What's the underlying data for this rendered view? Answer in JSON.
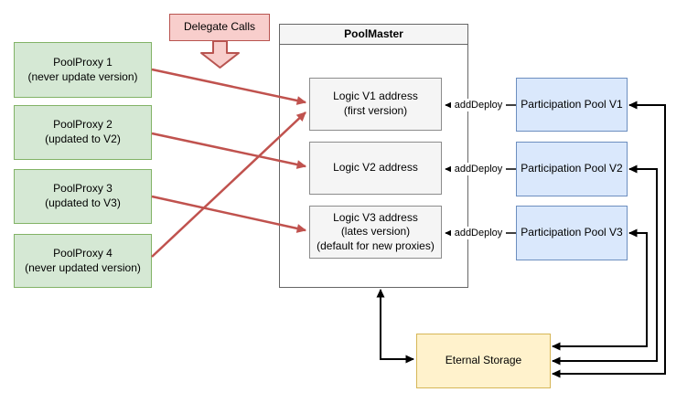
{
  "diagram": {
    "delegate_calls_label": "Delegate Calls",
    "pool_master": {
      "title": "PoolMaster",
      "slots": [
        {
          "line1": "Logic V1 address",
          "line2": "(first version)"
        },
        {
          "line1": "Logic V2 address"
        },
        {
          "line1": "Logic V3 address",
          "line2": "(lates version)",
          "line3": "(default for new proxies)"
        }
      ]
    },
    "proxies": [
      {
        "line1": "PoolProxy 1",
        "line2": "(never update version)"
      },
      {
        "line1": "PoolProxy 2",
        "line2": "(updated to V2)"
      },
      {
        "line1": "PoolProxy 3",
        "line2": "(updated to V3)"
      },
      {
        "line1": "PoolProxy 4",
        "line2": "(never updated version)"
      }
    ],
    "pools": [
      {
        "label": "Participation Pool V1"
      },
      {
        "label": "Participation Pool V2"
      },
      {
        "label": "Participation Pool V3"
      }
    ],
    "eternal_storage_label": "Eternal Storage",
    "add_deploy_label": "addDeploy",
    "edges": [
      "PoolProxy 1 -> Logic V1 address",
      "PoolProxy 2 -> Logic V2 address",
      "PoolProxy 3 -> Logic V3 address",
      "PoolProxy 4 -> Logic V1 address",
      "PoolMaster <-> Eternal Storage",
      "Participation Pool V1 <-> Eternal Storage",
      "Participation Pool V2 <-> Eternal Storage",
      "Participation Pool V3 <-> Eternal Storage",
      "Participation Pool V1 -addDeploy-> Logic V1 address",
      "Participation Pool V2 -addDeploy-> Logic V2 address",
      "Participation Pool V3 -addDeploy-> Logic V3 address"
    ],
    "colors": {
      "proxy_fill": "#d5e8d4",
      "proxy_stroke": "#82b366",
      "delegate_fill": "#f8cecc",
      "delegate_stroke": "#b85450",
      "pool_fill": "#dae8fc",
      "pool_stroke": "#6c8ebf",
      "storage_fill": "#fff2cc",
      "storage_stroke": "#d6b656",
      "slot_fill": "#f5f5f5",
      "slot_stroke": "#8c8c8c",
      "master_stroke": "#666666",
      "delegate_arrow": "#c0524e",
      "black_arrow": "#000000"
    }
  }
}
